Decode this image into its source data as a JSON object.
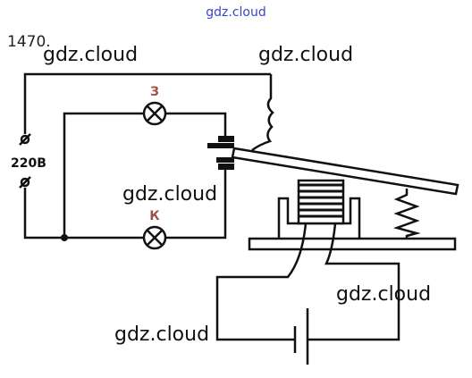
{
  "header": {
    "watermark": "gdz.cloud"
  },
  "problem_number": "1470.",
  "labels": {
    "voltage": "220В",
    "lamp_green": "З",
    "lamp_red": "К"
  },
  "watermarks": [
    "gdz.cloud",
    "gdz.cloud",
    "gdz.cloud",
    "gdz.cloud",
    "gdz.cloud"
  ],
  "colors": {
    "lamp_label": "#a0524a",
    "header_watermark": "#3a46c8",
    "line": "#111111"
  }
}
